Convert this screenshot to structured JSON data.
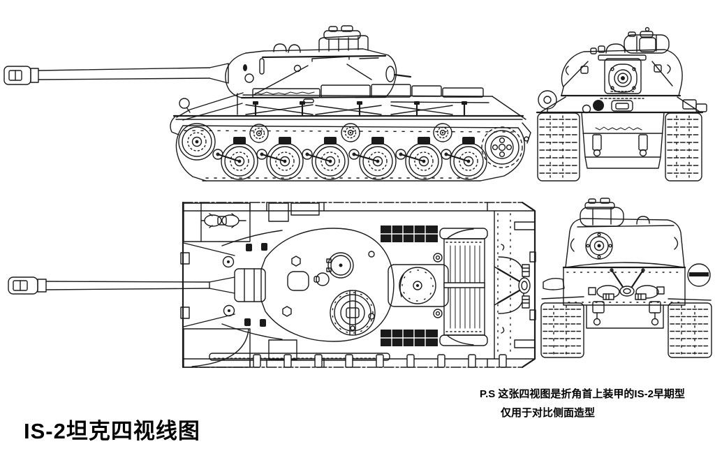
{
  "colors": {
    "background": "#ffffff",
    "ink": "#1a1a1a"
  },
  "title": {
    "text": "IS-2坦克四视线图"
  },
  "note": {
    "line1": "P.S 这张四视图是折角首上装甲的IS-2早期型",
    "line2": "仅用于对比侧面造型"
  }
}
